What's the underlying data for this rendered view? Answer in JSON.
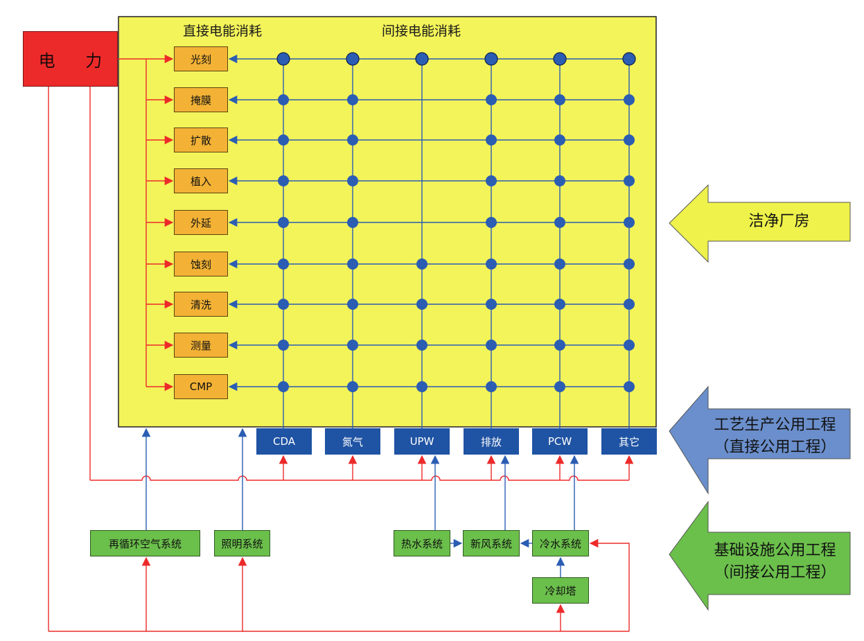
{
  "power_label": "电 力",
  "headers": {
    "direct": "直接电能消耗",
    "indirect": "间接电能消耗"
  },
  "processes": [
    "光刻",
    "掩膜",
    "扩散",
    "植入",
    "外延",
    "蚀刻",
    "清洗",
    "测量",
    "CMP"
  ],
  "utilities": [
    "CDA",
    "氮气",
    "UPW",
    "排放",
    "PCW",
    "其它"
  ],
  "base_systems": {
    "recirc_air": "再循环空气系统",
    "lighting": "照明系统",
    "hot_water": "热水系统",
    "fresh_air": "新风系统",
    "cold_water": "冷水系统",
    "cooling_tower": "冷却塔"
  },
  "arrows": {
    "cleanroom": [
      "洁净厂房"
    ],
    "process_utility": [
      "工艺生产公用工程",
      "（直接公用工程）"
    ],
    "infra_utility": [
      "基础设施公用工程",
      "（间接公用工程）"
    ]
  },
  "colors": {
    "cleanroom_bg": "#f3f35a",
    "process_box": "#f3b235",
    "utility_box": "#1f53a3",
    "base_box": "#6bbf4b",
    "power_box": "#ed2a2a",
    "power_line": "#ed2a2a",
    "flow_line": "#2b5db3",
    "arrow_yellow": "#eef24a",
    "arrow_blue": "#6b8fcc",
    "arrow_green": "#6bbf4b"
  }
}
